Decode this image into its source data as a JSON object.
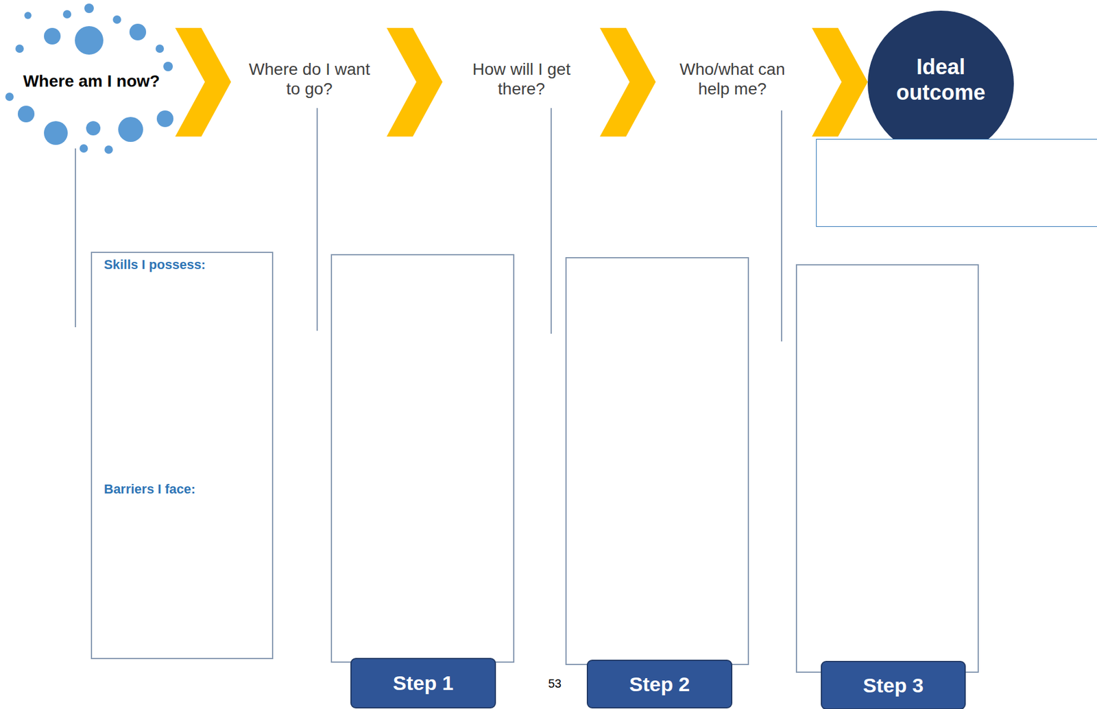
{
  "diagram": {
    "nodes": [
      {
        "text": [
          "Ideal outcome"
        ]
      },
      {
        "text": [
          "Skills I possess:",
          "Barriers I face:"
        ]
      },
      {
        "text": [
          "Step 1"
        ]
      },
      {
        "text": [
          "Step 2"
        ]
      },
      {
        "text": [
          "Step 3"
        ]
      }
    ],
    "labels": [
      "Where am I now?",
      "Where do I want to go?",
      "How will I get there?",
      "Who/what can help me?",
      "53"
    ]
  }
}
